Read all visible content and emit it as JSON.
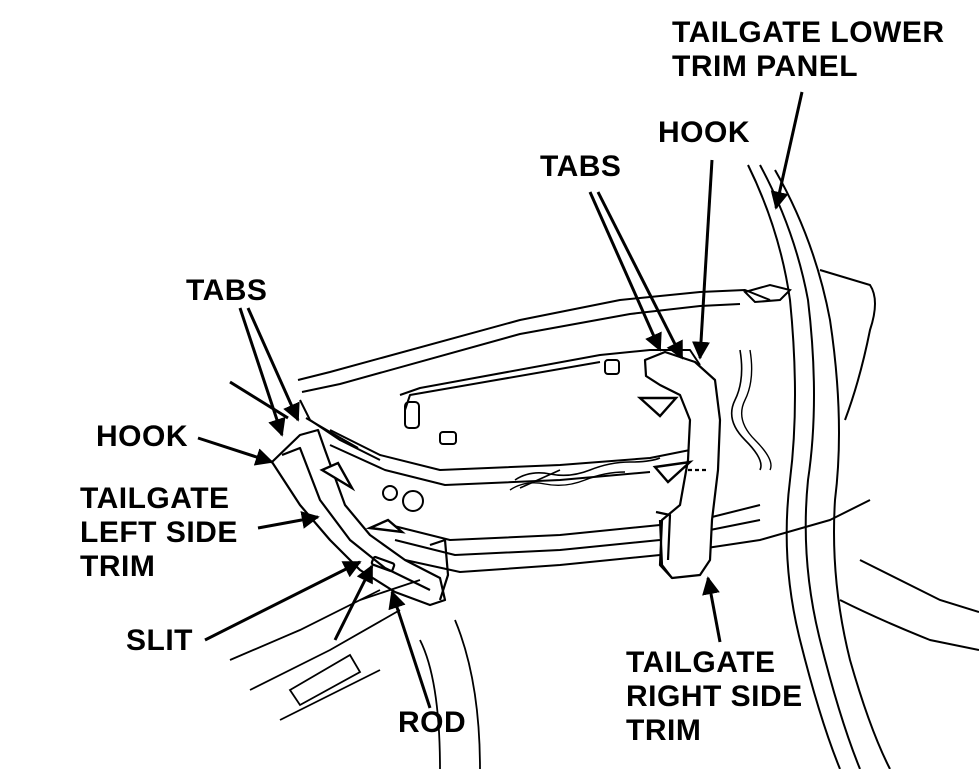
{
  "labels": {
    "tailgate_lower_trim_panel": [
      "TAILGATE LOWER",
      "TRIM PANEL"
    ],
    "hook_right": "HOOK",
    "tabs_right": "TABS",
    "tabs_left": "TABS",
    "hook_left": "HOOK",
    "tailgate_left_side_trim": [
      "TAILGATE",
      "LEFT SIDE",
      "TRIM"
    ],
    "slit": "SLIT",
    "rod": "ROD",
    "tailgate_right_side_trim": [
      "TAILGATE",
      "RIGHT SIDE",
      "TRIM"
    ]
  },
  "colors": {
    "ink": "#000000",
    "paper": "#ffffff"
  }
}
